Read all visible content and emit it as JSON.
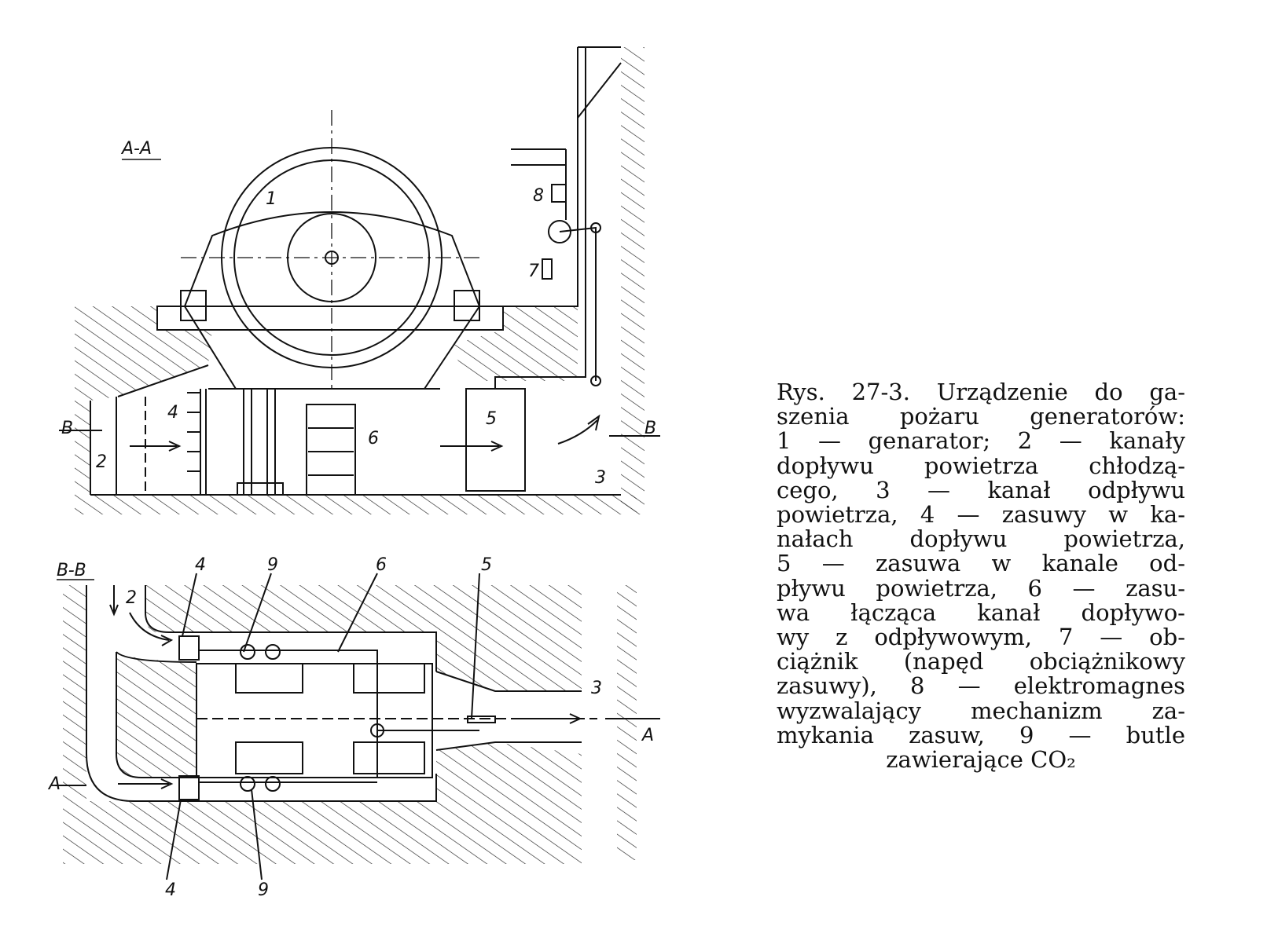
{
  "figure": {
    "section_top": "A-A",
    "section_bottom": "B-B",
    "labels_top": {
      "n1": "1",
      "n2": "2",
      "n3": "3",
      "n4": "4",
      "n5": "5",
      "n6": "6",
      "n7": "7",
      "n8": "8",
      "cut_left": "B",
      "cut_right": "B"
    },
    "labels_bottom": {
      "n2": "2",
      "n3": "3",
      "n4a": "4",
      "n4b": "4",
      "n5": "5",
      "n6": "6",
      "n9a": "9",
      "n9b": "9",
      "cut_left": "A",
      "cut_right": "A"
    }
  },
  "caption": {
    "lines": [
      "Rys. 27-3. Urządzenie do ga-",
      "szenia pożaru generatorów:",
      "1 — genarator; 2 — kanały",
      "dopływu powietrza chłodzą-",
      "cego, 3 — kanał odpływu",
      "powietrza, 4 — zasuwy w ka-",
      "nałach dopływu powietrza,",
      "5 — zasuwa w kanale od-",
      "pływu powietrza, 6 — zasu-",
      "wa łącząca kanał dopływo-",
      "wy z odpływowym, 7 — ob-",
      "ciążnik (napęd obciążnikowy",
      "zasuwy), 8 — elektromagnes",
      "wyzwalający mechanizm za-",
      "mykania zasuw, 9 — butle",
      "zawierające CO₂"
    ]
  }
}
